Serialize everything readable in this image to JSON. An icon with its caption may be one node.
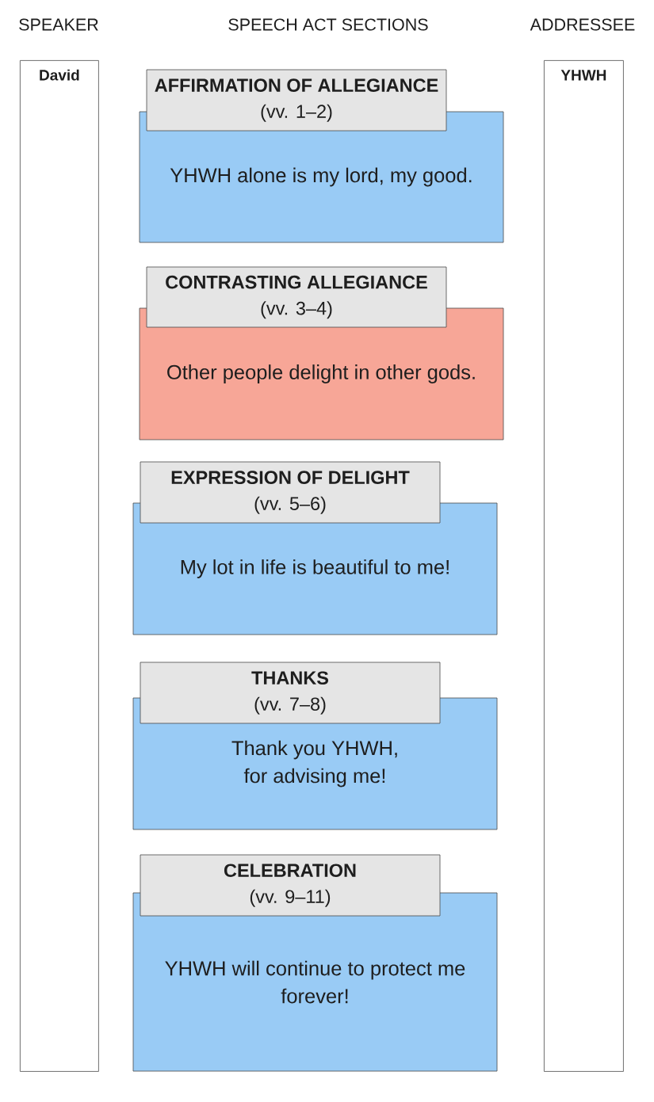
{
  "diagram": {
    "nodes": [
      {
        "text": [
          "David"
        ]
      },
      {
        "text": [
          "YHWH"
        ]
      },
      {
        "text": [
          "AFFIRMATION OF ALLEGIANCE",
          "(vv. 1–2)"
        ]
      },
      {
        "text": [
          "YHWH alone is my lord, my good."
        ]
      },
      {
        "text": [
          "CONTRASTING ALLEGIANCE",
          "(vv. 3–4)"
        ]
      },
      {
        "text": [
          "Other people delight in other gods."
        ]
      },
      {
        "text": [
          "EXPRESSION OF DELIGHT",
          "(vv. 5–6)"
        ]
      },
      {
        "text": [
          "My lot in life is beautiful to me!"
        ]
      },
      {
        "text": [
          "THANKS",
          "(vv. 7–8)"
        ]
      },
      {
        "text": [
          "Thank you YHWH, for advising me!"
        ]
      },
      {
        "text": [
          "CELEBRATION",
          "(vv. 9–11)"
        ]
      },
      {
        "text": [
          "YHWH will continue to protect me forever!"
        ]
      }
    ],
    "labels": [
      "SPEAKER",
      "SPEECH ACT SECTIONS",
      "ADDRESSEE"
    ]
  }
}
